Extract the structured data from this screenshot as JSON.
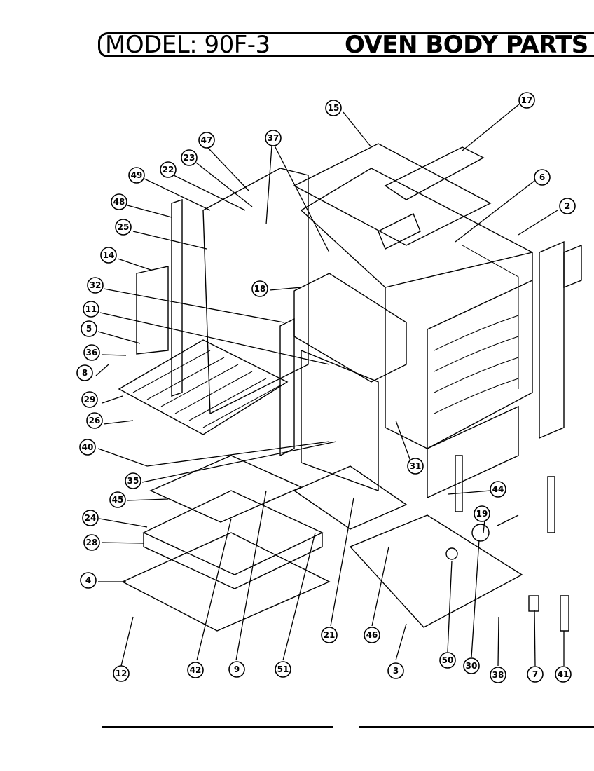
{
  "header": {
    "model_label": "MODEL: 90F-3",
    "section_title": "OVEN BODY PARTS"
  },
  "callouts": [
    {
      "label": "15"
    },
    {
      "label": "17"
    },
    {
      "label": "47"
    },
    {
      "label": "37"
    },
    {
      "label": "23"
    },
    {
      "label": "49"
    },
    {
      "label": "22"
    },
    {
      "label": "6"
    },
    {
      "label": "48"
    },
    {
      "label": "2"
    },
    {
      "label": "25"
    },
    {
      "label": "14"
    },
    {
      "label": "18"
    },
    {
      "label": "32"
    },
    {
      "label": "11"
    },
    {
      "label": "5"
    },
    {
      "label": "36"
    },
    {
      "label": "8"
    },
    {
      "label": "29"
    },
    {
      "label": "26"
    },
    {
      "label": "40"
    },
    {
      "label": "31"
    },
    {
      "label": "35"
    },
    {
      "label": "44"
    },
    {
      "label": "45"
    },
    {
      "label": "19"
    },
    {
      "label": "24"
    },
    {
      "label": "28"
    },
    {
      "label": "4"
    },
    {
      "label": "21"
    },
    {
      "label": "46"
    },
    {
      "label": "12"
    },
    {
      "label": "42"
    },
    {
      "label": "9"
    },
    {
      "label": "51"
    },
    {
      "label": "3"
    },
    {
      "label": "50"
    },
    {
      "label": "30"
    },
    {
      "label": "38"
    },
    {
      "label": "7"
    },
    {
      "label": "41"
    }
  ]
}
